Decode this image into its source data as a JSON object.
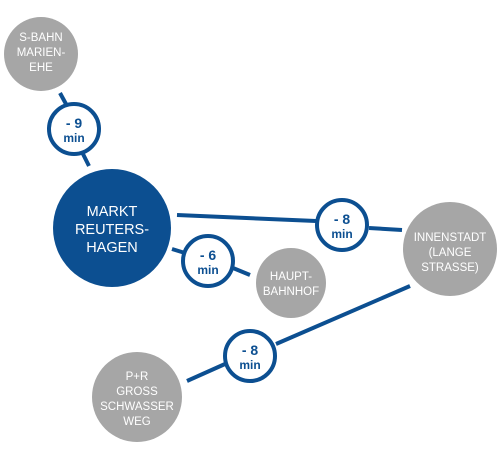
{
  "colors": {
    "main_blue": "#0c4f91",
    "node_grey": "#a6a6a6",
    "badge_fill": "#ffffff",
    "text_white": "#ffffff"
  },
  "nodes": {
    "markt_reutershagen": {
      "line1": "MARKT",
      "line2": "REUTERS-",
      "line3": "HAGEN"
    },
    "s_bahn_marienehe": {
      "line1": "S-BAHN",
      "line2": "MARIEN-",
      "line3": "EHE"
    },
    "innenstadt": {
      "line1": "INNENSTADT",
      "line2": "(LANGE",
      "line3": "STRASSE)"
    },
    "hauptbahnhof": {
      "line1": "HAUPT-",
      "line2": "BAHNHOF"
    },
    "pr_grosswasserweg": {
      "line1": "P+R",
      "line2": "GROSS",
      "line3": "SCHWASSER",
      "line4": "WEG"
    }
  },
  "connections": {
    "to_s_bahn": {
      "time": "- 9",
      "unit": "min"
    },
    "to_innenstadt": {
      "time": "- 8",
      "unit": "min"
    },
    "to_hauptbahnhof": {
      "time": "- 6",
      "unit": "min"
    },
    "pr_to_innenstadt": {
      "time": "- 8",
      "unit": "min"
    }
  }
}
